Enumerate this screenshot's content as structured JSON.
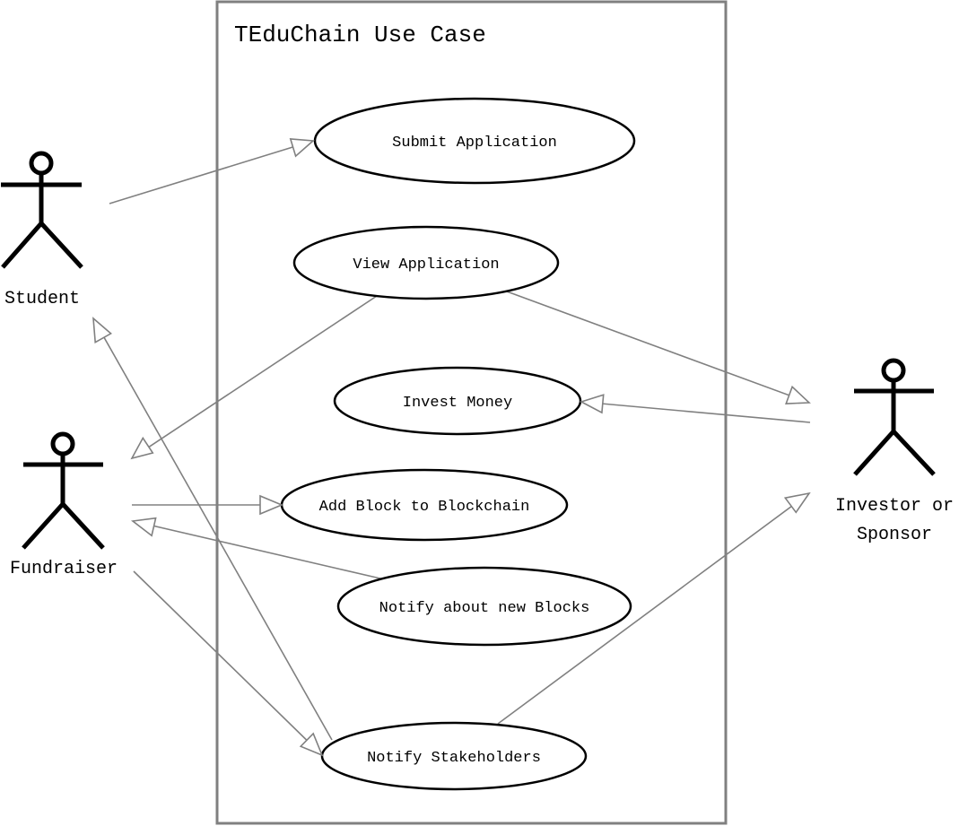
{
  "title": "TEduChain Use Case",
  "use_cases": {
    "submit_application": "Submit Application",
    "view_application": "View Application",
    "invest_money": "Invest Money",
    "add_block": "Add Block to Blockchain",
    "notify_new_blocks": "Notify about new Blocks",
    "notify_stakeholders": "Notify Stakeholders"
  },
  "actors": {
    "student": "Student",
    "fundraiser": "Fundraiser",
    "investor_line1": "Investor or",
    "investor_line2": "Sponsor"
  },
  "colors": {
    "line": "#808080",
    "stroke": "#000000",
    "background": "#ffffff"
  }
}
